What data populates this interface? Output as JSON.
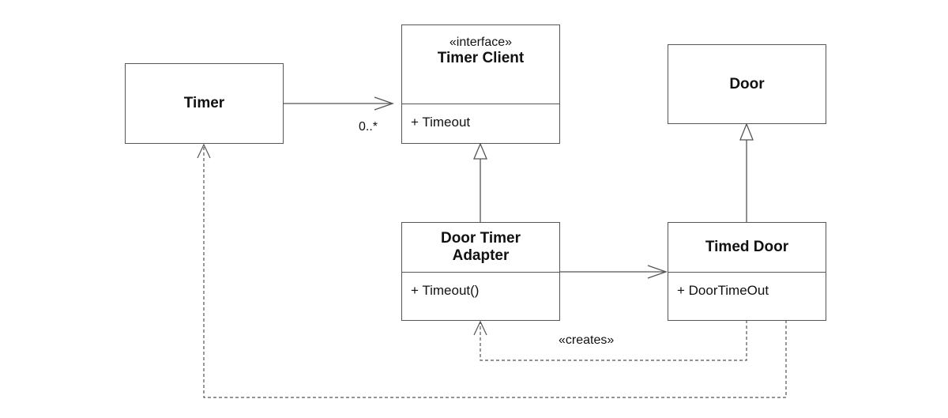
{
  "classes": {
    "timer": {
      "name": "Timer"
    },
    "timer_client": {
      "stereotype": "«interface»",
      "name": "Timer Client",
      "operation": "+ Timeout"
    },
    "door": {
      "name": "Door"
    },
    "door_timer_adapter": {
      "name_line1": "Door Timer",
      "name_line2": "Adapter",
      "operation": "+ Timeout()"
    },
    "timed_door": {
      "name": "Timed Door",
      "operation": "+ DoorTimeOut"
    }
  },
  "labels": {
    "multiplicity": "0..*",
    "creates": "«creates»"
  },
  "colors": {
    "line": "#555555",
    "border": "#555555",
    "background": "#ffffff"
  }
}
